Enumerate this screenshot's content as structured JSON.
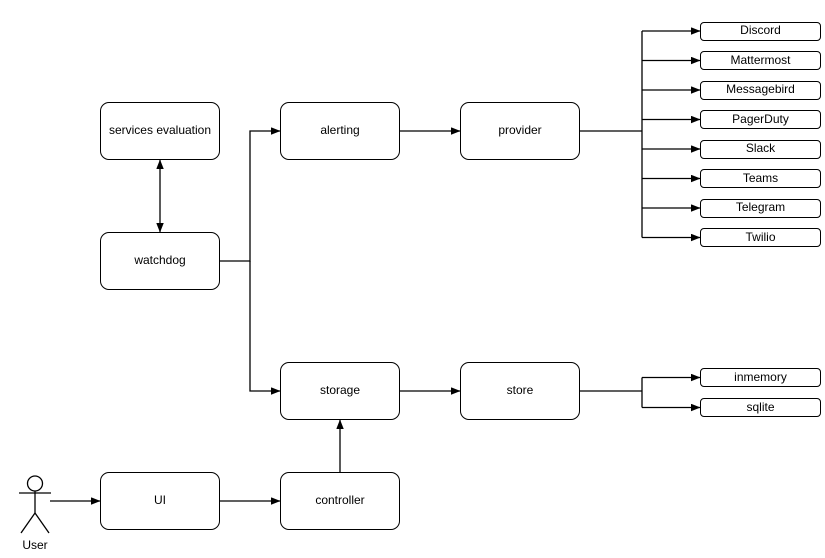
{
  "diagram": {
    "nodes": {
      "services_evaluation": {
        "label": "services evaluation"
      },
      "watchdog": {
        "label": "watchdog"
      },
      "alerting": {
        "label": "alerting"
      },
      "provider": {
        "label": "provider"
      },
      "storage": {
        "label": "storage"
      },
      "store": {
        "label": "store"
      },
      "ui": {
        "label": "UI"
      },
      "controller": {
        "label": "controller"
      }
    },
    "provider_targets": [
      "Discord",
      "Mattermost",
      "Messagebird",
      "PagerDuty",
      "Slack",
      "Teams",
      "Telegram",
      "Twilio"
    ],
    "store_targets": [
      "inmemory",
      "sqlite"
    ],
    "actor": {
      "label": "User"
    },
    "colors": {
      "background": "#ffffff",
      "node_fill": "#ffffff",
      "stroke": "#000000",
      "text": "#000000"
    }
  }
}
